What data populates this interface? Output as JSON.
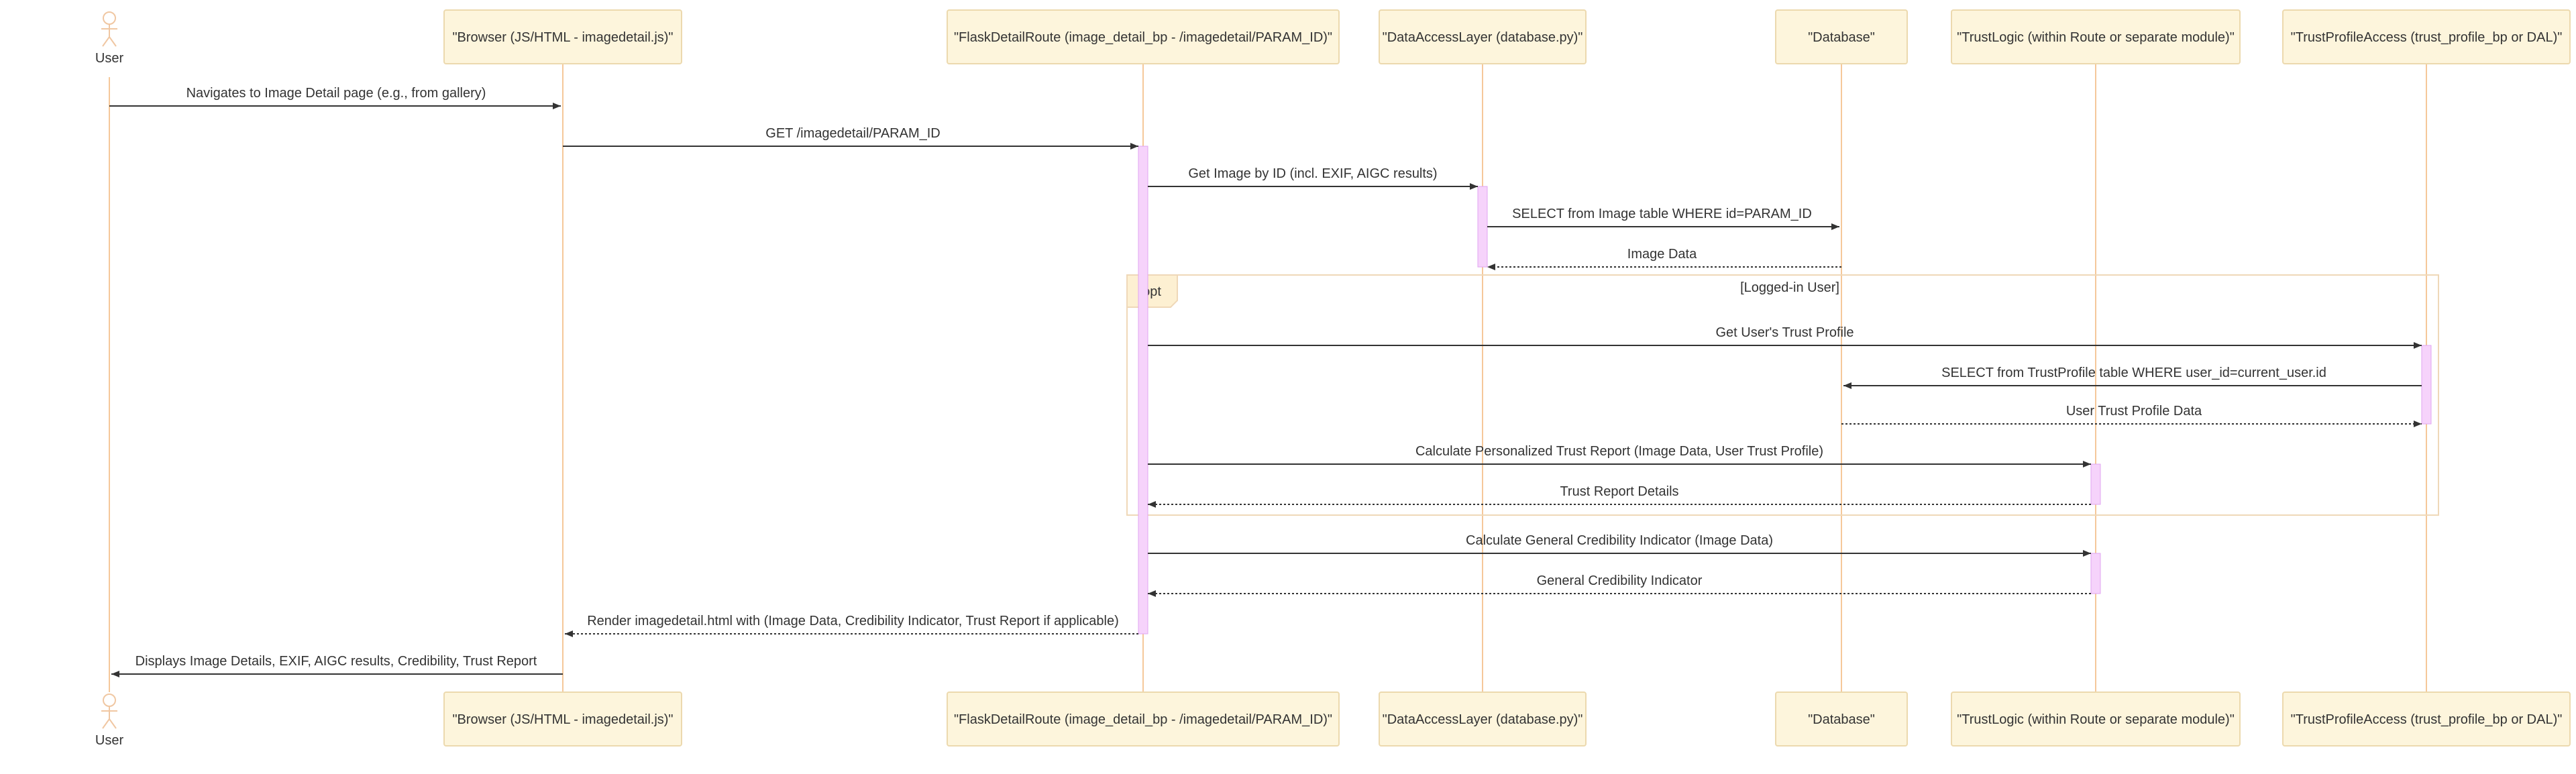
{
  "diagram": {
    "type": "sequence",
    "participants": [
      {
        "id": "user",
        "label": "User",
        "kind": "actor"
      },
      {
        "id": "browser",
        "label": "\"Browser (JS/HTML - imagedetail.js)\"",
        "kind": "box"
      },
      {
        "id": "route",
        "label": "\"FlaskDetailRoute (image_detail_bp - /imagedetail/PARAM_ID)\"",
        "kind": "box"
      },
      {
        "id": "dal",
        "label": "\"DataAccessLayer (database.py)\"",
        "kind": "box"
      },
      {
        "id": "db",
        "label": "\"Database\"",
        "kind": "box"
      },
      {
        "id": "trust",
        "label": "\"TrustLogic (within Route or separate module)\"",
        "kind": "box"
      },
      {
        "id": "tpa",
        "label": "\"TrustProfileAccess (trust_profile_bp or DAL)\"",
        "kind": "box"
      }
    ],
    "messages": [
      {
        "from": "user",
        "to": "browser",
        "text": "Navigates to Image Detail page (e.g., from gallery)",
        "style": "solid"
      },
      {
        "from": "browser",
        "to": "route",
        "text": "GET /imagedetail/PARAM_ID",
        "style": "solid"
      },
      {
        "from": "route",
        "to": "dal",
        "text": "Get Image by ID (incl. EXIF, AIGC results)",
        "style": "solid"
      },
      {
        "from": "dal",
        "to": "db",
        "text": "SELECT from Image table WHERE id=PARAM_ID",
        "style": "solid"
      },
      {
        "from": "db",
        "to": "dal",
        "text": "Image Data",
        "style": "dotted"
      },
      {
        "from": "route",
        "to": "tpa",
        "text": "Get User's Trust Profile",
        "style": "solid"
      },
      {
        "from": "tpa",
        "to": "db",
        "text": "SELECT from TrustProfile table WHERE user_id=current_user.id",
        "style": "solid"
      },
      {
        "from": "db",
        "to": "tpa",
        "text": "User Trust Profile Data",
        "style": "dotted"
      },
      {
        "from": "route",
        "to": "trust",
        "text": "Calculate Personalized Trust Report (Image Data, User Trust Profile)",
        "style": "solid"
      },
      {
        "from": "trust",
        "to": "route",
        "text": "Trust Report Details",
        "style": "dotted"
      },
      {
        "from": "route",
        "to": "trust",
        "text": "Calculate General Credibility Indicator (Image Data)",
        "style": "solid"
      },
      {
        "from": "trust",
        "to": "route",
        "text": "General Credibility Indicator",
        "style": "dotted"
      },
      {
        "from": "route",
        "to": "browser",
        "text": "Render imagedetail.html with (Image Data, Credibility Indicator, Trust Report if applicable)",
        "style": "dotted"
      },
      {
        "from": "browser",
        "to": "user",
        "text": "Displays Image Details, EXIF, AIGC results, Credibility, Trust Report",
        "style": "solid"
      }
    ],
    "fragment": {
      "keyword": "opt",
      "condition": "[Logged-in User]"
    },
    "colors": {
      "lifeline": "#f5c89a",
      "box_fill": "#fdf5dc",
      "box_stroke": "#ecd9ae",
      "activation_fill": "#f6d3fb",
      "activation_stroke": "#e0a6f0",
      "arrow": "#333333",
      "actor": "#f0c7a2",
      "fragment_stroke": "#efd8b8",
      "fragment_label_fill": "#fdf0d2"
    }
  }
}
